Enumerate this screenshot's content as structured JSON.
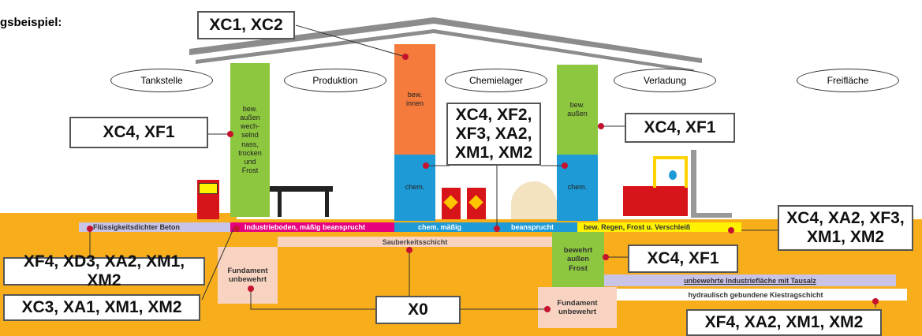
{
  "heading": "gsbeispiel:",
  "zones": [
    "Tankstelle",
    "Produktion",
    "Chemielager",
    "Verladung",
    "Freifläche"
  ],
  "labels": {
    "roof": "XC1, XC2",
    "left_column": "XC4, XF1",
    "center_chem": "XC4, XF2,\nXF3, XA2,\nXM1, XM2",
    "right_column": "XC4, XF1",
    "right_slab": "XC4, XA2, XF3,\nXM1, XM2",
    "right_foundation": "XC4, XF1",
    "left_slab": "XF4, XD3, XA2, XM1, XM2",
    "left_foundation": "XC3, XA1, XM1, XM2",
    "lean_concrete": "X0",
    "outdoor_area": "XF4, XA2, XM1, XM2"
  },
  "columns": {
    "left": "bew.\naußen\nwech-\nselnd\nnass,\ntrocken\nund\nFrost",
    "center_top": "bew.\ninnen",
    "center_bottom": "chem.",
    "right_top": "bew.\naußen",
    "right_bottom": "chem."
  },
  "strips": {
    "liquid_tight": "Flüssigkeitsdichter Beton",
    "industrial_floor": "Industrieboden, mäßig beansprucht",
    "chem_moderate": "chem. mäßig",
    "stressed": "beansprucht",
    "exposure": "bew. Regen, Frost u. Verschleiß",
    "blinding": "Sauberkeitsschicht",
    "industrial_area": "unbewehrte Industriefläche mit Tausalz",
    "gravel": "hydraulisch gebundene Kiestragschicht"
  },
  "boxes": {
    "foundation_left": "Fundament\nunbewehrt",
    "foundation_right": "Fundament\nunbewehrt",
    "reinforced_outside": "bewehrt\naußen\nFrost"
  },
  "colors": {
    "ground": "#F7AE1A",
    "green": "#8DC63F",
    "orange": "#F47B3C",
    "blue": "#1E9AD6",
    "magenta": "#E6007E",
    "lavender": "#C9C3E6",
    "pink": "#F9D3C1",
    "yellow": "#FFF200",
    "red": "#D7141A",
    "marker": "#C4122F"
  }
}
